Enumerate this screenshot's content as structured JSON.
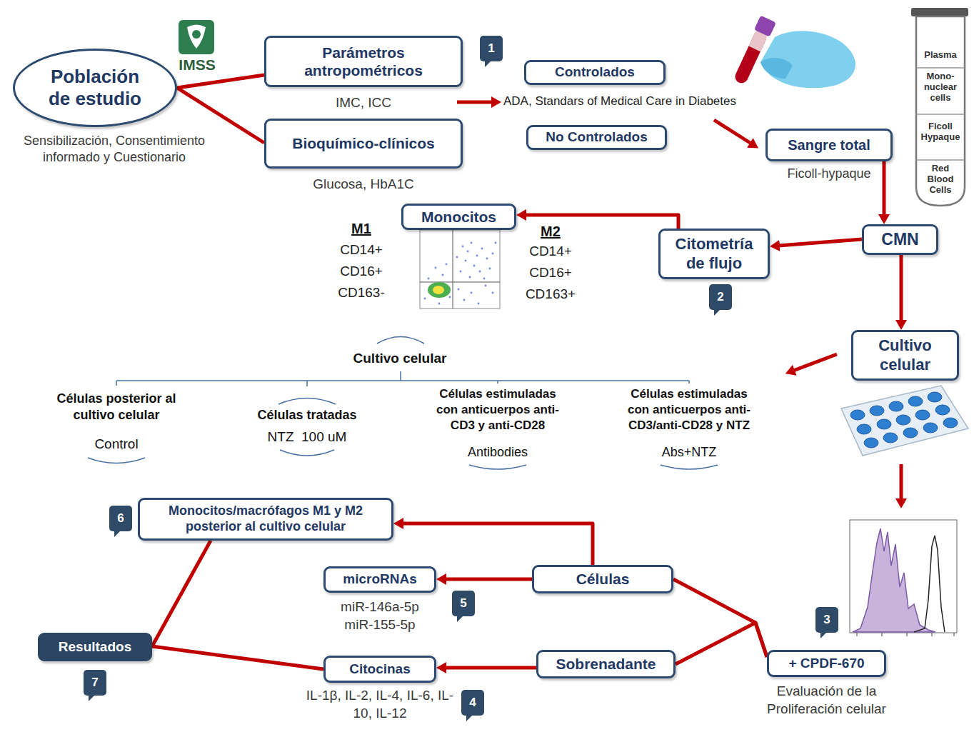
{
  "diagram": {
    "nodes": [
      {
        "text": [
          "Población de estudio",
          "Sensibilización, Consentimiento informado y Cuestionario"
        ]
      },
      {
        "text": [
          "Parámetros antropométricos",
          "IMC, ICC"
        ]
      },
      {
        "text": [
          "Bioquímico-clínicos",
          "Glucosa, HbA1C"
        ]
      },
      {
        "text": [
          "Controlados"
        ]
      },
      {
        "text": [
          "No Controlados"
        ]
      },
      {
        "text": [
          "Sangre total",
          "Ficoll-hypaque"
        ]
      },
      {
        "text": [
          "CMN"
        ]
      },
      {
        "text": [
          "Citometría de flujo"
        ]
      },
      {
        "text": [
          "Monocitos"
        ]
      },
      {
        "text": [
          "Cultivo celular"
        ]
      },
      {
        "text": [
          "+ CPDF-670",
          "Evaluación de la Proliferación celular"
        ]
      },
      {
        "text": [
          "Células"
        ]
      },
      {
        "text": [
          "Sobrenadante"
        ]
      },
      {
        "text": [
          "microRNAs",
          "miR-146a-5p miR-155-5p"
        ]
      },
      {
        "text": [
          "Citocinas",
          "IL-1β, IL-2, IL-4, IL-6, IL-10, IL-12"
        ]
      },
      {
        "text": [
          "Monocitos/macrófagos M1 y M2 posterior al cultivo celular"
        ]
      },
      {
        "text": [
          "Resultados"
        ]
      }
    ],
    "edges": [
      {
        "from": 0,
        "to": 1,
        "arrow": "none"
      },
      {
        "from": 0,
        "to": 2,
        "arrow": "none"
      },
      {
        "from": 5,
        "to": 6,
        "arrow": "to"
      },
      {
        "from": 6,
        "to": 7,
        "arrow": "to"
      },
      {
        "from": 7,
        "to": 8,
        "arrow": "to"
      },
      {
        "from": 6,
        "to": 9,
        "arrow": "to"
      },
      {
        "from": 11,
        "to": 10,
        "arrow": "none"
      },
      {
        "from": 12,
        "to": 10,
        "arrow": "none"
      },
      {
        "from": 11,
        "to": 13,
        "arrow": "to"
      },
      {
        "from": 12,
        "to": 14,
        "arrow": "to"
      },
      {
        "from": 11,
        "to": 15,
        "arrow": "to"
      },
      {
        "from": 15,
        "to": 16,
        "arrow": "none"
      },
      {
        "from": 14,
        "to": 16,
        "arrow": "none"
      }
    ],
    "labels": [
      "IMSS",
      "1",
      "ADA, Standars of Medical Care in Diabetes",
      "Plasma",
      "Mono-nuclear cells",
      "Ficoll Hypaque",
      "Red Blood Cells",
      "M1",
      "CD14+",
      "CD16+",
      "CD163-",
      "M2",
      "CD14+",
      "CD16+",
      "CD163+",
      "2",
      "Cultivo celular",
      "Células posterior al cultivo celular",
      "Control",
      "Células tratadas",
      "NTZ  100 uM",
      "Células estimuladas con anticuerpos anti-CD3 y anti-CD28",
      "Antibodies",
      "Células estimuladas con anticuerpos anti-CD3/anti-CD28 y NTZ",
      "Abs+NTZ",
      "6",
      "5",
      "4",
      "3",
      "7"
    ]
  }
}
